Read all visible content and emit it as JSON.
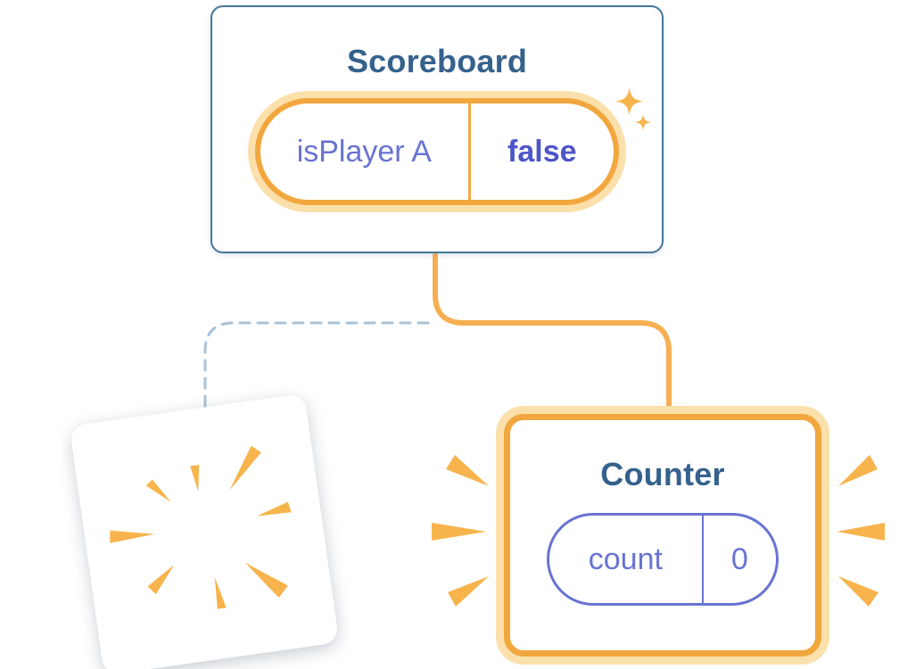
{
  "scoreboard": {
    "title": "Scoreboard",
    "state": {
      "label": "isPlayer A",
      "value": "false"
    }
  },
  "counter": {
    "title": "Counter",
    "state": {
      "label": "count",
      "value": "0"
    }
  },
  "icons": {
    "sparkles": "sparkle-icon",
    "burst": "burst-icon",
    "emphasis": "emphasis-mark-icon"
  },
  "colors": {
    "title_blue": "#35618D",
    "purple": "#6973D2",
    "purple_bold": "#4D55C8",
    "orange": "#F2A73E",
    "orange_light": "#FBE0AB",
    "orange_line": "#F6AF52",
    "burst": "#F7B44C",
    "dashed": "#A8C3D8",
    "card_border_blue": "#44789B"
  }
}
